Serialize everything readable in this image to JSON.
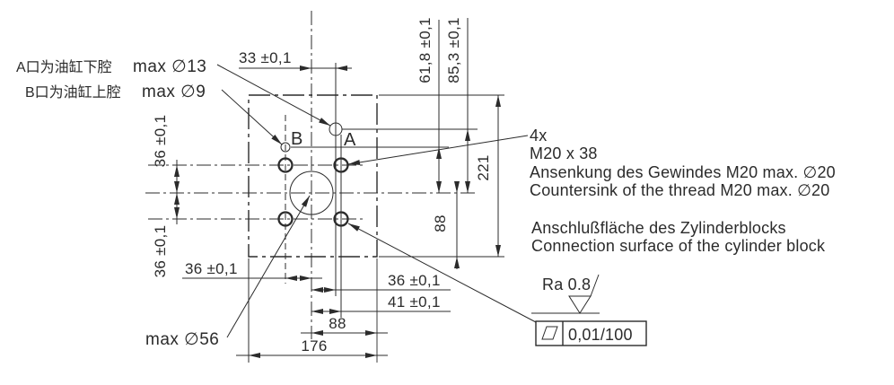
{
  "notes": {
    "port_a_cn": "A口为油缸下腔",
    "port_b_cn": "B口为油缸上腔"
  },
  "callouts": {
    "max_d13": "max ∅13",
    "max_d9": "max ∅9",
    "max_d56": "max ∅56"
  },
  "ports": {
    "a": "A",
    "b": "B"
  },
  "dims": {
    "d33": "33 ±0,1",
    "d61_8": "61,8 ±0,1",
    "d85_3": "85,3 ±0,1",
    "d36_v_top": "36 ±0,1",
    "d36_v_bottom": "36 ±0,1",
    "d221": "221",
    "d88_v": "88",
    "d36_h_left": "36 ±0,1",
    "d36_h_right": "36 ±0,1",
    "d41": "41 ±0,1",
    "d88_h": "88",
    "d176": "176"
  },
  "thread_note": {
    "qty": "4x",
    "spec": "M20 x 38",
    "de": "Ansenkung des Gewindes M20 max.  ∅20",
    "en": "Countersink of the thread M20 max.  ∅20"
  },
  "surface_note": {
    "de": "Anschlußfläche des Zylinderblocks",
    "en": "Connection surface of the cylinder block"
  },
  "finish": {
    "roughness": "Ra 0.8"
  },
  "flatness": {
    "value": "0,01/100"
  },
  "colors": {
    "line": "#2b2b2b",
    "light_line": "#9e9e9e",
    "background": "#ffffff"
  }
}
